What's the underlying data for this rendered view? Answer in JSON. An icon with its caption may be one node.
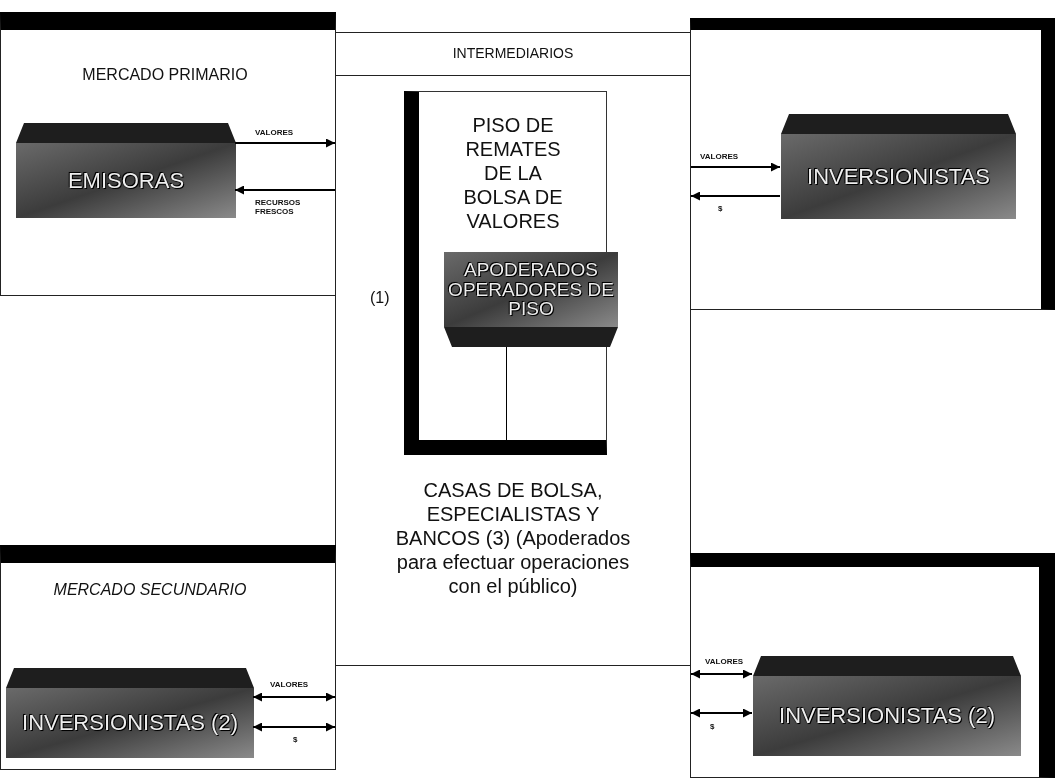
{
  "diagram": {
    "nodes": [
      {
        "text": [
          "MERCADO PRIMARIO"
        ]
      },
      {
        "text": [
          "EMISORAS"
        ],
        "in": 0
      },
      {
        "text": [
          "INTERMEDIARIOS",
          "CASAS DE BOLSA, ESPECIALISTAS Y BANCOS (3) (Apoderados para efectuar operaciones con el público)"
        ]
      },
      {
        "text": [
          "PISO DE REMATES DE LA BOLSA DE VALORES"
        ],
        "in": 2
      },
      {
        "text": [
          "APODERADOS OPERADORES DE PISO"
        ],
        "in": 3
      },
      {
        "text": [],
        "shape": "box"
      },
      {
        "text": [
          "INVERSIONISTAS"
        ],
        "in": 5
      },
      {
        "text": [
          "MERCADO SECUNDARIO"
        ]
      },
      {
        "text": [
          "INVERSIONISTAS (2)"
        ],
        "in": 7
      },
      {
        "text": [],
        "shape": "box"
      },
      {
        "text": [
          "INVERSIONISTAS (2)"
        ],
        "in": 9
      }
    ],
    "edges": [
      {
        "from": 1,
        "to": 2,
        "arrow": "to",
        "label": "VALORES"
      },
      {
        "from": 2,
        "to": 1,
        "arrow": "to",
        "label": "RECURSOS FRESCOS"
      },
      {
        "from": 2,
        "to": 6,
        "arrow": "to",
        "label": "VALORES"
      },
      {
        "from": 6,
        "to": 2,
        "arrow": "to",
        "label": "$"
      },
      {
        "from": 8,
        "to": 2,
        "arrow": "both",
        "label": "VALORES"
      },
      {
        "from": 8,
        "to": 2,
        "arrow": "both",
        "label": "$"
      },
      {
        "from": 2,
        "to": 10,
        "arrow": "both",
        "label": "VALORES"
      },
      {
        "from": 2,
        "to": 10,
        "arrow": "both",
        "label": "$"
      }
    ],
    "labels": [
      "(1)"
    ]
  }
}
